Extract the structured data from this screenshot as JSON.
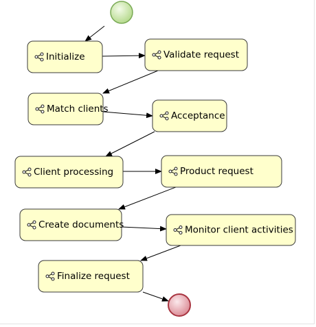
{
  "process": {
    "start_event": {
      "label": ""
    },
    "end_event": {
      "label": ""
    },
    "tasks": [
      {
        "id": "initialize",
        "label": "Initialize"
      },
      {
        "id": "validate-request",
        "label": "Validate request"
      },
      {
        "id": "match-clients",
        "label": "Match clients"
      },
      {
        "id": "acceptance",
        "label": "Acceptance"
      },
      {
        "id": "client-processing",
        "label": "Client processing"
      },
      {
        "id": "product-request",
        "label": "Product request"
      },
      {
        "id": "create-documents",
        "label": "Create documents"
      },
      {
        "id": "monitor-client-activities",
        "label": "Monitor client activities"
      },
      {
        "id": "finalize-request",
        "label": "Finalize request"
      }
    ],
    "flows": [
      [
        "start",
        "initialize"
      ],
      [
        "initialize",
        "validate-request"
      ],
      [
        "validate-request",
        "match-clients"
      ],
      [
        "match-clients",
        "acceptance"
      ],
      [
        "acceptance",
        "client-processing"
      ],
      [
        "client-processing",
        "product-request"
      ],
      [
        "product-request",
        "create-documents"
      ],
      [
        "create-documents",
        "monitor-client-activities"
      ],
      [
        "monitor-client-activities",
        "finalize-request"
      ],
      [
        "finalize-request",
        "end"
      ]
    ],
    "colors": {
      "task_fill": "#ffffcc",
      "task_stroke": "#3a3a3a",
      "start_fill": "#c8e6a8",
      "start_stroke": "#7aaa55",
      "end_fill": "#e8aab0",
      "end_stroke": "#a83440"
    },
    "task_icon": "process-share-icon"
  }
}
